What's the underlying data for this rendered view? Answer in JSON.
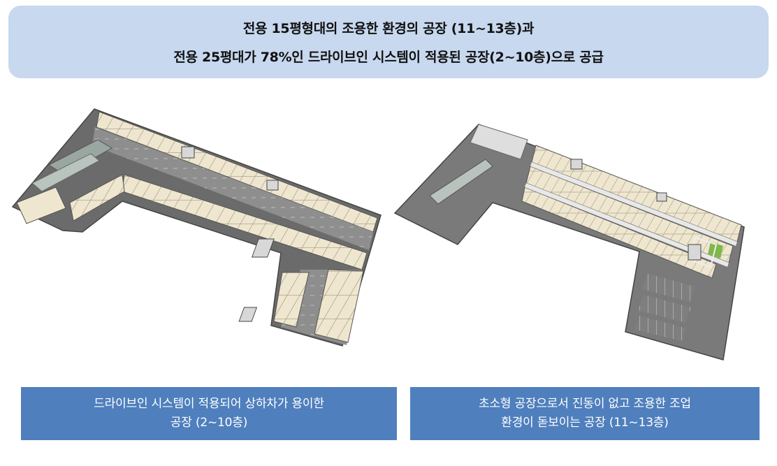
{
  "header": {
    "line1": "전용 15평형대의 조용한 환경의 공장 (11~13층)과",
    "line2": "전용 25평대가 78%인 드라이브인 시스템이 적용된 공장(2~10층)으로 공급"
  },
  "captions": {
    "left": {
      "line1": "드라이브인 시스템이 적용되어 상하차가 용이한",
      "line2": "공장 (2~10층)"
    },
    "right": {
      "line1": "초소형 공장으로서 진동이 없고 조용한 조업",
      "line2": "환경이 돋보이는 공장 (11~13층)"
    }
  },
  "colors": {
    "header_bg": "#c7d8ef",
    "caption_bg": "#4f7fbd",
    "unit_fill": "#efe6cf",
    "road_fill": "#8c8c8c",
    "wall": "#5a5a5a",
    "green_patch": "#7fb84a"
  }
}
